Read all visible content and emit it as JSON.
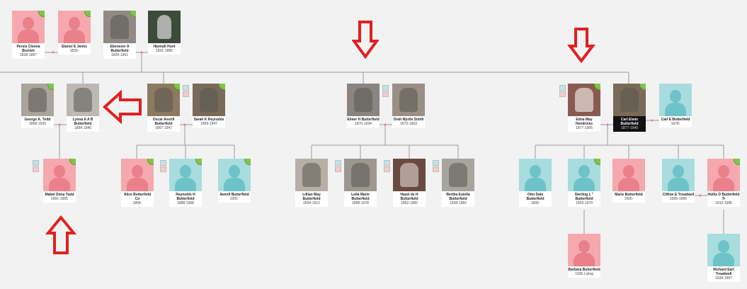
{
  "people": {
    "persis": {
      "name": "Persis Cleona Burnett",
      "dates": "1828-1897",
      "avatar": "female-silhouette"
    },
    "elanor": {
      "name": "Elanor E Jenks",
      "dates": "1835-",
      "avatar": "female-silhouette"
    },
    "ebenezer": {
      "name": "Ebenezer A Butterfield",
      "dates": "1826-1901",
      "avatar": "photo"
    },
    "hannah": {
      "name": "Hannah Hunt",
      "dates": "1831-1885",
      "avatar": "photo"
    },
    "george": {
      "name": "George A. Todd",
      "dates": "1858-1939",
      "avatar": "photo"
    },
    "lynna": {
      "name": "Lynna A A B Butterfield",
      "dates": "1864-1945",
      "avatar": "photo"
    },
    "oscar": {
      "name": "Oscar Averill Butterfield",
      "dates": "1867-1947",
      "avatar": "photo"
    },
    "sarahk": {
      "name": "Sarah K Reynolds",
      "dates": "1869-1947",
      "avatar": "photo"
    },
    "elmer": {
      "name": "Elmer H Butterfield",
      "dates": "1870-1934",
      "avatar": "photo"
    },
    "orah": {
      "name": "Orah Myrtle Smith",
      "dates": "1873-1953",
      "avatar": "photo"
    },
    "edna": {
      "name": "Edna May Hendricks",
      "dates": "1877-1965",
      "avatar": "photo"
    },
    "carl": {
      "name": "Carl Elwin Butterfield",
      "dates": "1877-1940",
      "avatar": "photo"
    },
    "carle": {
      "name": "Carl E Butterfield",
      "dates": "1878-",
      "avatar": "male-silhouette"
    },
    "mabel": {
      "name": "Mabel Dena Todd",
      "dates": "1891-1965",
      "avatar": "female-silhouette"
    },
    "alice": {
      "name": "Alice Butterfield Co",
      "dates": "1894-",
      "avatar": "female-silhouette"
    },
    "reynoldsh": {
      "name": "Reynolds H Butterfield",
      "dates": "1888-1968",
      "avatar": "male-silhouette"
    },
    "averill": {
      "name": "Averill Butterfield",
      "dates": "1902-",
      "avatar": "male-silhouette"
    },
    "lillian": {
      "name": "Lillian May Butterfield",
      "dates": "1894-1912",
      "avatar": "photo"
    },
    "leila": {
      "name": "Leila Marie Butterfield",
      "dates": "1898-1978",
      "avatar": "photo"
    },
    "hazel": {
      "name": "Hazel de H Butterfield",
      "dates": "1902-1982",
      "avatar": "photo"
    },
    "bertha": {
      "name": "Bertha Estella Butterfield",
      "dates": "1908-1982",
      "avatar": "photo"
    },
    "otto": {
      "name": "Otto Dale Butterfield",
      "dates": "1899-",
      "avatar": "male-silhouette"
    },
    "sterling": {
      "name": "Sterling L \" Butterfield",
      "dates": "1903-1979",
      "avatar": "male-silhouette"
    },
    "marie": {
      "name": "Marie Butterfield",
      "dates": "1905-",
      "avatar": "female-silhouette"
    },
    "clifton": {
      "name": "Clifton E Treadwell",
      "dates": "1905-1999",
      "avatar": "male-silhouette"
    },
    "hollis": {
      "name": "Hollis D Butterfield Tr",
      "dates": "1910-1995",
      "avatar": "female-silhouette"
    },
    "barbara": {
      "name": "Barbara Butterfield",
      "dates": "1935-Living",
      "avatar": "female-silhouette"
    },
    "richard": {
      "name": "Richard Earl Treadwell",
      "dates": "1939-1997",
      "avatar": "male-silhouette"
    }
  },
  "colors": {
    "female": "#f5a9ae",
    "male": "#a8dcdf",
    "annotation_arrow": "#e02020",
    "line": "#9a9a9a",
    "hint_leaf": "#83c34a"
  }
}
